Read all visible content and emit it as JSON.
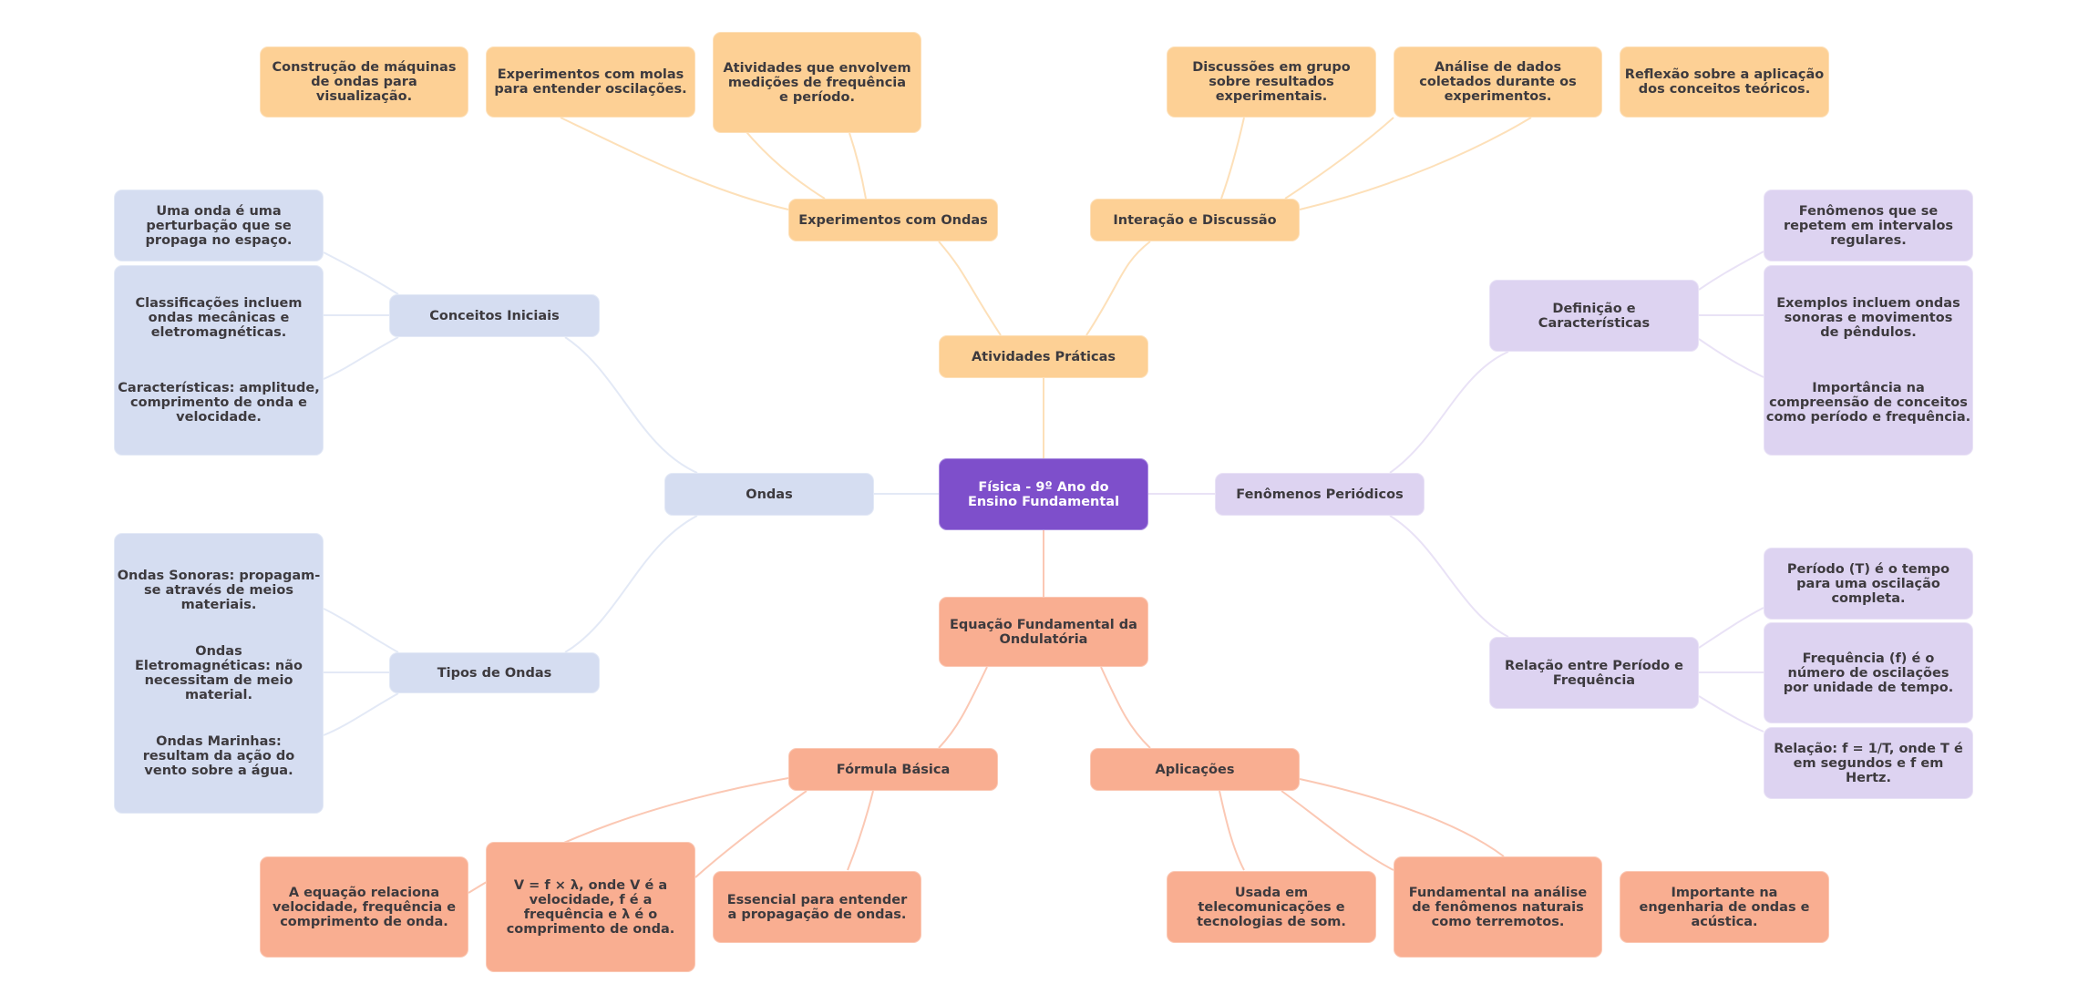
{
  "root": {
    "label": "Física - 9º Ano do Ensino Fundamental",
    "color": "#7e4fcb"
  },
  "branches": {
    "atividades": {
      "label": "Atividades Práticas",
      "color": "#fdd095",
      "children": {
        "experimentos": {
          "label": "Experimentos com Ondas",
          "leaves": [
            "Construção de máquinas de ondas para visualização.",
            "Experimentos com molas para entender oscilações.",
            "Atividades que envolvem medições de frequência e período."
          ]
        },
        "interacao": {
          "label": "Interação e Discussão",
          "leaves": [
            "Discussões em grupo sobre resultados experimentais.",
            "Análise de dados coletados durante os experimentos.",
            "Reflexão sobre a aplicação dos conceitos teóricos."
          ]
        }
      }
    },
    "ondas": {
      "label": "Ondas",
      "color": "#d5ddf1",
      "children": {
        "conceitos": {
          "label": "Conceitos Iniciais",
          "leaves": [
            "Uma onda é uma perturbação que se propaga no espaço.",
            "Classificações incluem ondas mecânicas e eletromagnéticas.",
            "Características: amplitude, comprimento de onda e velocidade."
          ]
        },
        "tipos": {
          "label": "Tipos de Ondas",
          "leaves": [
            "Ondas Sonoras: propagam-se através de meios materiais.",
            "Ondas Eletromagnéticas: não necessitam de meio material.",
            "Ondas Marinhas: resultam da ação do vento sobre a água."
          ]
        }
      }
    },
    "fenomenos": {
      "label": "Fenômenos Periódicos",
      "color": "#ddd3f1",
      "children": {
        "definicao": {
          "label": "Definição e Características",
          "leaves": [
            "Fenômenos que se repetem em intervalos regulares.",
            "Exemplos incluem ondas sonoras e movimentos de pêndulos.",
            "Importância na compreensão de conceitos como período e frequência."
          ]
        },
        "relacao": {
          "label": "Relação entre Período e Frequência",
          "leaves": [
            "Período (T) é o tempo para uma oscilação completa.",
            "Frequência (f) é o número de oscilações por unidade de tempo.",
            "Relação: f = 1/T, onde T é em segundos e f em Hertz."
          ]
        }
      }
    },
    "equacao": {
      "label": "Equação Fundamental da Ondulatória",
      "color": "#f9ae91",
      "children": {
        "formula": {
          "label": "Fórmula Básica",
          "leaves": [
            "A equação relaciona velocidade, frequência e comprimento de onda.",
            "V = f × λ, onde V é a velocidade, f é a frequência e λ é o comprimento de onda.",
            "Essencial para entender a propagação de ondas."
          ]
        },
        "aplicacoes": {
          "label": "Aplicações",
          "leaves": [
            "Usada em telecomunicações e tecnologias de som.",
            "Fundamental na análise de fenômenos naturais como terremotos.",
            "Importante na engenharia de ondas e acústica."
          ]
        }
      }
    }
  }
}
